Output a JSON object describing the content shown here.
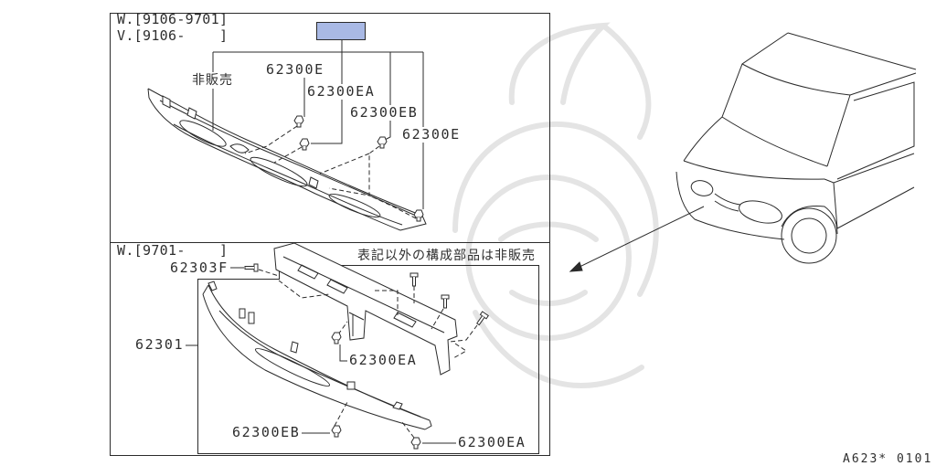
{
  "colors": {
    "line": "#2b2b2b",
    "text": "#2e2e2e",
    "highlight_fill": "#a9b9e5",
    "watermark": "#e4e4e4"
  },
  "top_panel": {
    "applicability_w": "W.[9106-9701]",
    "applicability_v": "V.[9106-    ]",
    "not_for_sale": "非販売",
    "callouts": {
      "upper_clip": "62300E",
      "center_clip": "62300EA",
      "right_clip": "62300EB",
      "end_clip": "62300E"
    }
  },
  "bottom_panel": {
    "applicability_w": "W.[9701-    ]",
    "note": "表記以外の構成部品は非販売",
    "callouts": {
      "bracket_bolt": "62303F",
      "grille_assembly": "62301",
      "center_clip": "62300EA",
      "lower_clip": "62300EB",
      "end_clip": "62300EA"
    }
  },
  "footer": {
    "illustration_code": "A623* 0101"
  }
}
